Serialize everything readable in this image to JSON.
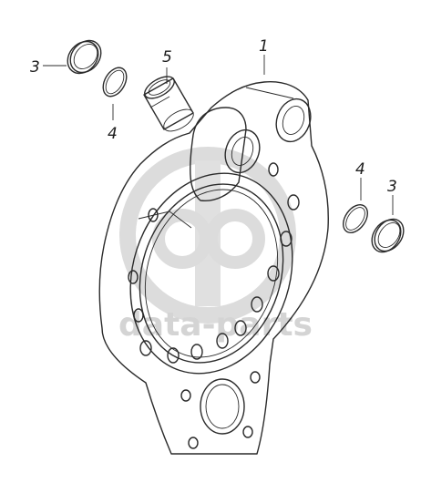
{
  "callouts": {
    "housing": "1",
    "seal_ring_left": "3",
    "o_ring_left": "4",
    "bushing": "5",
    "o_ring_right": "4",
    "seal_ring_right": "3"
  },
  "watermark": {
    "text": "data-parts",
    "color": "#d4d4d4"
  },
  "colors": {
    "ink": "#2b2b2b",
    "background": "#ffffff"
  }
}
